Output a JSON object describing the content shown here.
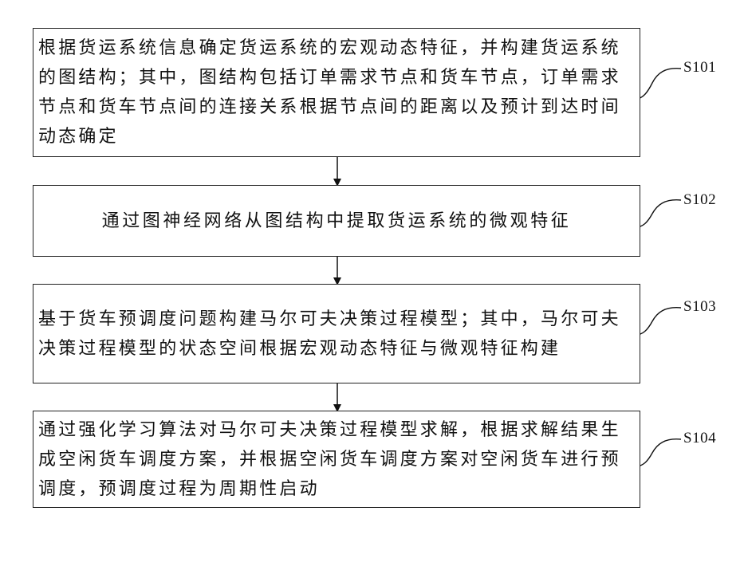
{
  "steps": [
    {
      "id": "S101",
      "text": "根据货运系统信息确定货运系统的宏观动态特征，并构建货运系统的图结构；其中，图结构包括订单需求节点和货车节点，订单需求节点和货车节点间的连接关系根据节点间的距离以及预计到达时间动态确定"
    },
    {
      "id": "S102",
      "text": "通过图神经网络从图结构中提取货运系统的微观特征"
    },
    {
      "id": "S103",
      "text": "基于货车预调度问题构建马尔可夫决策过程模型；其中，马尔可夫决策过程模型的状态空间根据宏观动态特征与微观特征构建"
    },
    {
      "id": "S104",
      "text": "通过强化学习算法对马尔可夫决策过程模型求解，根据求解结果生成空闲货车调度方案，并根据空闲货车调度方案对空闲货车进行预调度，预调度过程为周期性启动"
    }
  ]
}
